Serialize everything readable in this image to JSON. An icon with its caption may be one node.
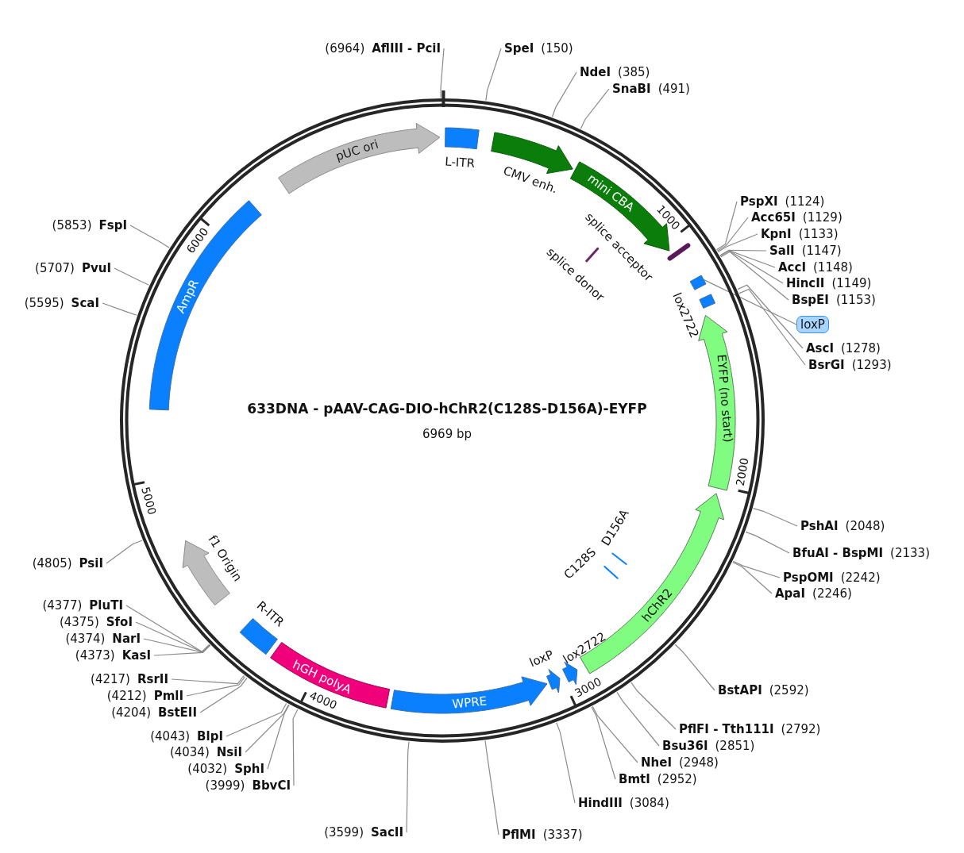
{
  "diagram": {
    "title": "633DNA - pAAV-CAG-DIO-hChR2(C128S-D156A)-EYFP",
    "caption": "6969 bp",
    "nodes": [
      {
        "text": [
          "pUC ori"
        ]
      },
      {
        "text": [
          "L-ITR"
        ]
      },
      {
        "text": [
          "CMV enh."
        ]
      },
      {
        "text": [
          "mini CBA"
        ]
      },
      {
        "text": [
          "splice acceptor"
        ]
      },
      {
        "text": [
          "splice donor"
        ]
      },
      {
        "text": [],
        "shape": "box"
      },
      {
        "text": [
          "lox2722"
        ]
      },
      {
        "text": [
          "EYFP (no start)"
        ]
      },
      {
        "text": [
          "hChR2"
        ]
      },
      {
        "text": [
          "C128S"
        ]
      },
      {
        "text": [
          "D156A"
        ]
      },
      {
        "text": [
          "lox2722"
        ]
      },
      {
        "text": [
          "loxP"
        ]
      },
      {
        "text": [
          "WPRE"
        ]
      },
      {
        "text": [
          "hGH polyA"
        ]
      },
      {
        "text": [
          "R-ITR"
        ]
      },
      {
        "text": [
          "f1 Origin"
        ]
      },
      {
        "text": [
          "AmpR"
        ]
      },
      {
        "text": [
          "loxP"
        ]
      },
      {
        "text": [
          "(6964)",
          "AflIII - PciI"
        ]
      },
      {
        "text": [
          "SpeI",
          "(150)"
        ]
      },
      {
        "text": [
          "NdeI",
          "(385)"
        ]
      },
      {
        "text": [
          "SnaBI",
          "(491)"
        ]
      },
      {
        "text": [
          "PspXI",
          "(1124)"
        ]
      },
      {
        "text": [
          "Acc65I",
          "(1129)"
        ]
      },
      {
        "text": [
          "KpnI",
          "(1133)"
        ]
      },
      {
        "text": [
          "SalI",
          "(1147)"
        ]
      },
      {
        "text": [
          "AccI",
          "(1148)"
        ]
      },
      {
        "text": [
          "HincII",
          "(1149)"
        ]
      },
      {
        "text": [
          "BspEI",
          "(1153)"
        ]
      },
      {
        "text": [
          "AscI",
          "(1278)"
        ]
      },
      {
        "text": [
          "BsrGI",
          "(1293)"
        ]
      },
      {
        "text": [
          "PshAI",
          "(2048)"
        ]
      },
      {
        "text": [
          "BfuAI - BspMI",
          "(2133)"
        ]
      },
      {
        "text": [
          "PspOMI",
          "(2242)"
        ]
      },
      {
        "text": [
          "ApaI",
          "(2246)"
        ]
      },
      {
        "text": [
          "BstAPI",
          "(2592)"
        ]
      },
      {
        "text": [
          "PflFI - Tth111I",
          "(2792)"
        ]
      },
      {
        "text": [
          "Bsu36I",
          "(2851)"
        ]
      },
      {
        "text": [
          "NheI",
          "(2948)"
        ]
      },
      {
        "text": [
          "BmtI",
          "(2952)"
        ]
      },
      {
        "text": [
          "HindIII",
          "(3084)"
        ]
      },
      {
        "text": [
          "PflMI",
          "(3337)"
        ]
      },
      {
        "text": [
          "(3599)",
          "SacII"
        ]
      },
      {
        "text": [
          "(3999)",
          "BbvCI"
        ]
      },
      {
        "text": [
          "(4032)",
          "SphI"
        ]
      },
      {
        "text": [
          "(4034)",
          "NsiI"
        ]
      },
      {
        "text": [
          "(4043)",
          "BlpI"
        ]
      },
      {
        "text": [
          "(4204)",
          "BstEII"
        ]
      },
      {
        "text": [
          "(4212)",
          "PmlI"
        ]
      },
      {
        "text": [
          "(4217)",
          "RsrII"
        ]
      },
      {
        "text": [
          "(4373)",
          "KasI"
        ]
      },
      {
        "text": [
          "(4374)",
          "NarI"
        ]
      },
      {
        "text": [
          "(4375)",
          "SfoI"
        ]
      },
      {
        "text": [
          "(4377)",
          "PluTI"
        ]
      },
      {
        "text": [
          "(4805)",
          "PsiI"
        ]
      },
      {
        "text": [
          "(5595)",
          "ScaI"
        ]
      },
      {
        "text": [
          "(5707)",
          "PvuI"
        ]
      },
      {
        "text": [
          "(5853)",
          "FspI"
        ]
      }
    ],
    "edges": [
      {
        "from": 19,
        "to": 6,
        "arrow": "none"
      },
      {
        "from": 20,
        "to": null,
        "arrow": "none"
      },
      {
        "from": 21,
        "to": null,
        "arrow": "none"
      },
      {
        "from": 22,
        "to": null,
        "arrow": "none"
      },
      {
        "from": 23,
        "to": null,
        "arrow": "none"
      },
      {
        "from": 24,
        "to": null,
        "arrow": "none"
      },
      {
        "from": 25,
        "to": null,
        "arrow": "none"
      },
      {
        "from": 26,
        "to": null,
        "arrow": "none"
      },
      {
        "from": 27,
        "to": null,
        "arrow": "none"
      },
      {
        "from": 28,
        "to": null,
        "arrow": "none"
      },
      {
        "from": 29,
        "to": null,
        "arrow": "none"
      },
      {
        "from": 30,
        "to": null,
        "arrow": "none"
      },
      {
        "from": 31,
        "to": null,
        "arrow": "none"
      },
      {
        "from": 32,
        "to": null,
        "arrow": "none"
      },
      {
        "from": 33,
        "to": null,
        "arrow": "none"
      },
      {
        "from": 34,
        "to": null,
        "arrow": "none"
      },
      {
        "from": 35,
        "to": null,
        "arrow": "none"
      },
      {
        "from": 36,
        "to": null,
        "arrow": "none"
      },
      {
        "from": 37,
        "to": null,
        "arrow": "none"
      },
      {
        "from": 38,
        "to": null,
        "arrow": "none"
      },
      {
        "from": 39,
        "to": null,
        "arrow": "none"
      },
      {
        "from": 40,
        "to": null,
        "arrow": "none"
      },
      {
        "from": 41,
        "to": null,
        "arrow": "none"
      },
      {
        "from": 42,
        "to": null,
        "arrow": "none"
      },
      {
        "from": 43,
        "to": null,
        "arrow": "none"
      },
      {
        "from": 44,
        "to": null,
        "arrow": "none"
      },
      {
        "from": 45,
        "to": null,
        "arrow": "none"
      },
      {
        "from": 46,
        "to": null,
        "arrow": "none"
      },
      {
        "from": 47,
        "to": null,
        "arrow": "none"
      },
      {
        "from": 48,
        "to": null,
        "arrow": "none"
      },
      {
        "from": 49,
        "to": null,
        "arrow": "none"
      },
      {
        "from": 50,
        "to": null,
        "arrow": "none"
      },
      {
        "from": 51,
        "to": null,
        "arrow": "none"
      },
      {
        "from": 52,
        "to": null,
        "arrow": "none"
      },
      {
        "from": 53,
        "to": null,
        "arrow": "none"
      },
      {
        "from": 54,
        "to": null,
        "arrow": "none"
      },
      {
        "from": 55,
        "to": null,
        "arrow": "none"
      },
      {
        "from": 56,
        "to": null,
        "arrow": "none"
      },
      {
        "from": 57,
        "to": null,
        "arrow": "none"
      },
      {
        "from": 58,
        "to": null,
        "arrow": "none"
      },
      {
        "from": 59,
        "to": null,
        "arrow": "none"
      }
    ],
    "labels": [
      "1000",
      "2000",
      "3000",
      "4000",
      "5000",
      "6000"
    ]
  }
}
